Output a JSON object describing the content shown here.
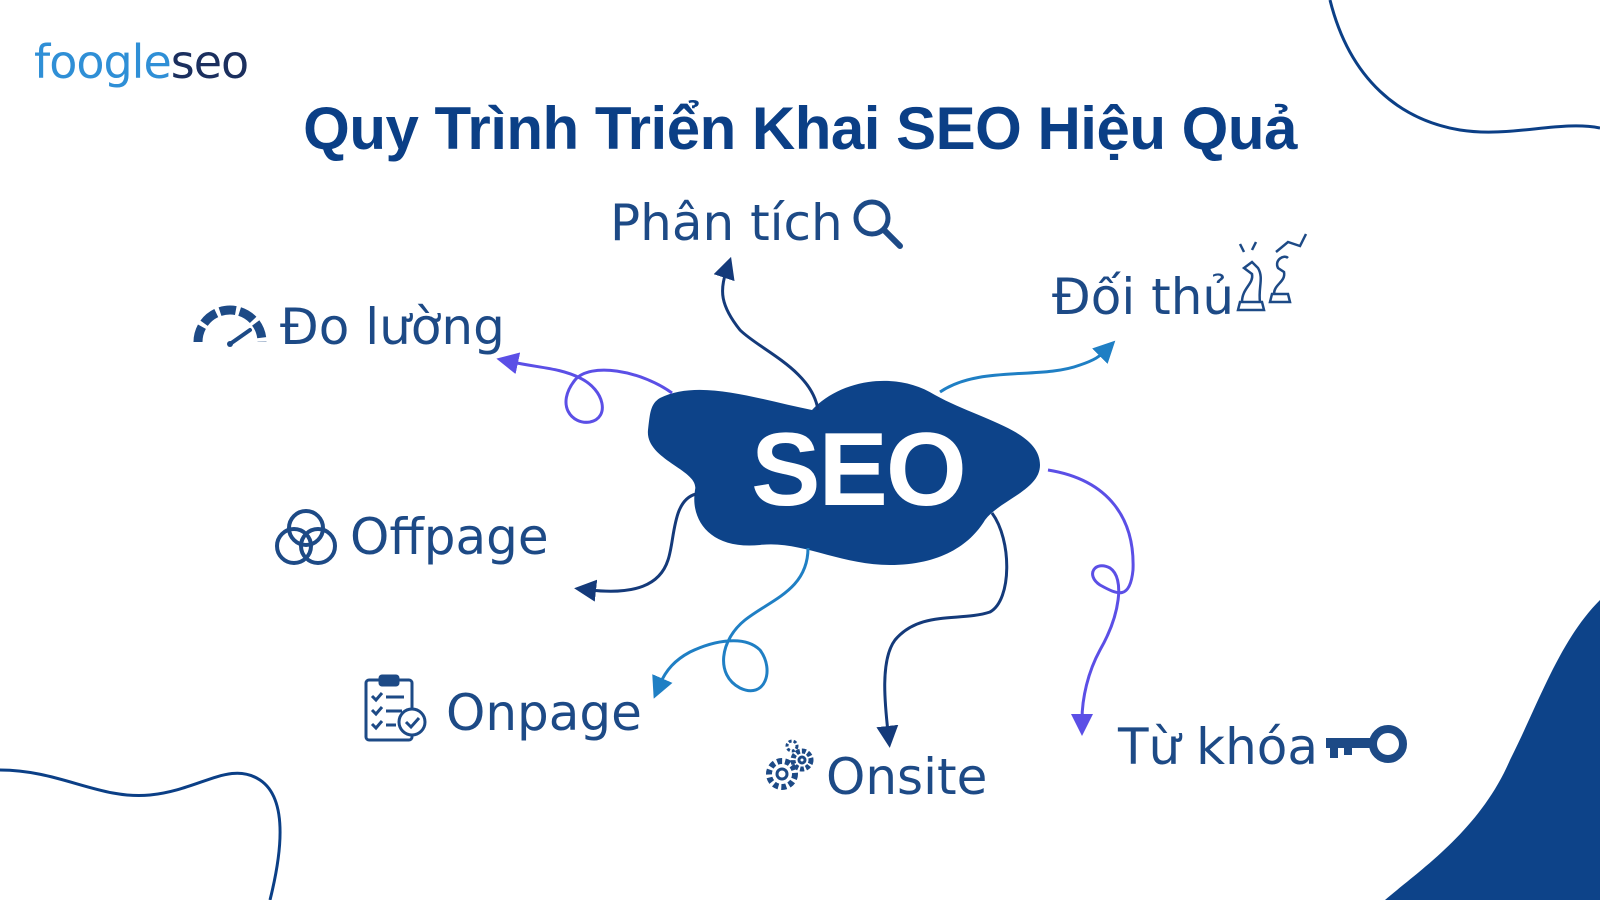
{
  "logo": {
    "part1": "foogle",
    "part2": "seo"
  },
  "title": "Quy Trình Triển Khai SEO Hiệu Quả",
  "center": "SEO",
  "nodes": {
    "phan_tich": {
      "label": "Phân tích",
      "icon": "magnifier-icon"
    },
    "doi_thu": {
      "label": "Đối thủ",
      "icon": "chess-pieces-icon"
    },
    "do_luong": {
      "label": "Đo lường",
      "icon": "speedometer-icon"
    },
    "offpage": {
      "label": "Offpage",
      "icon": "interlocking-rings-icon"
    },
    "onpage": {
      "label": "Onpage",
      "icon": "checklist-clipboard-icon"
    },
    "onsite": {
      "label": "Onsite",
      "icon": "gears-icon"
    },
    "tu_khoa": {
      "label": "Từ khóa",
      "icon": "key-icon"
    }
  },
  "colors": {
    "navy": "#0b3f86",
    "blob": "#0d4389",
    "label": "#1d4a86",
    "purple": "#5b4fe6",
    "sky": "#1f7fc4",
    "dark_navy": "#143a7a",
    "logo_blue": "#2f8fd6",
    "logo_dark": "#1b2f5e"
  }
}
